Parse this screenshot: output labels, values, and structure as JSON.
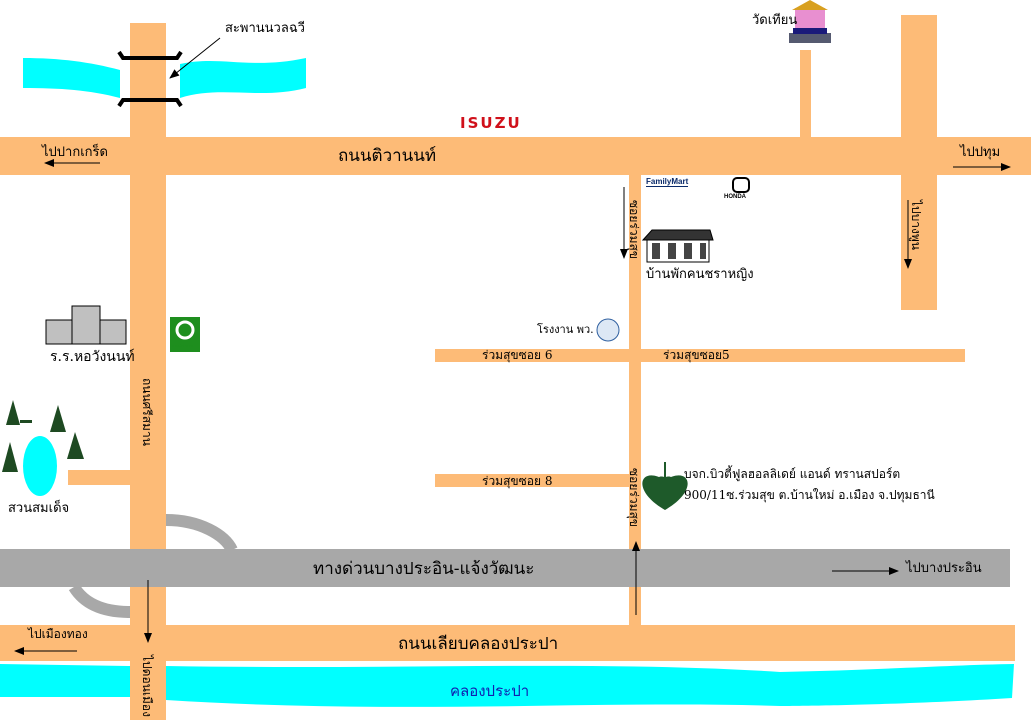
{
  "colors": {
    "road": "#FDBB77",
    "expressway": "#A8A8A8",
    "water": "#00FFFF",
    "isuzu": "#D0101A",
    "tree": "#1E4A22",
    "robinson": "#1E8E1E"
  },
  "labels": {
    "bridge": "สะพานนวลฉวี",
    "wat": "วัดเทียน",
    "isuzu": "ISUZU",
    "road_tiwanon": "ถนนติวานนท์",
    "to_pakkret": "ไปปากเกร็ด",
    "to_pathum": "ไปปทุม",
    "familymart": "FamilyMart",
    "honda": "HONDA",
    "soi_ruamsuk_top": "ซอยร่วมสุข",
    "soi_ruamsuk_bottom": "ซอยร่วมสุข",
    "to_bangphun": "ไปบางพูน",
    "elderly_home": "บ้านพักคนชราหญิง",
    "factory": "โรงงาน พว.",
    "soi6": "ร่วมสุขซอย 6",
    "soi5": "ร่วมสุขซอย5",
    "soi8": "ร่วมสุขซอย 8",
    "company_name": "บจก.บิวตี้ฟูลฮอลลิเดย์ แอนด์ ทรานสปอร์ต",
    "company_address": "900/11ซ.ร่วมสุข ต.บ้านใหม่ อ.เมือง จ.ปทุมธานี",
    "school": "ร.ร.หอวังนนท์",
    "road_srisaman": "ถนนศรีสมาน",
    "robinson": "ROBINSON",
    "park": "สวนสมเด็จ",
    "expressway": "ทางด่วนบางประอิน-แจ้งวัฒนะ",
    "to_bangpain": "ไปบางประอิน",
    "to_muangthong": "ไปเมืองทอง",
    "road_liapkhlong": "ถนนเลียบคลองประปา",
    "to_donmuang": "ไปดอนเมือง",
    "canal": "คลองประปา"
  }
}
